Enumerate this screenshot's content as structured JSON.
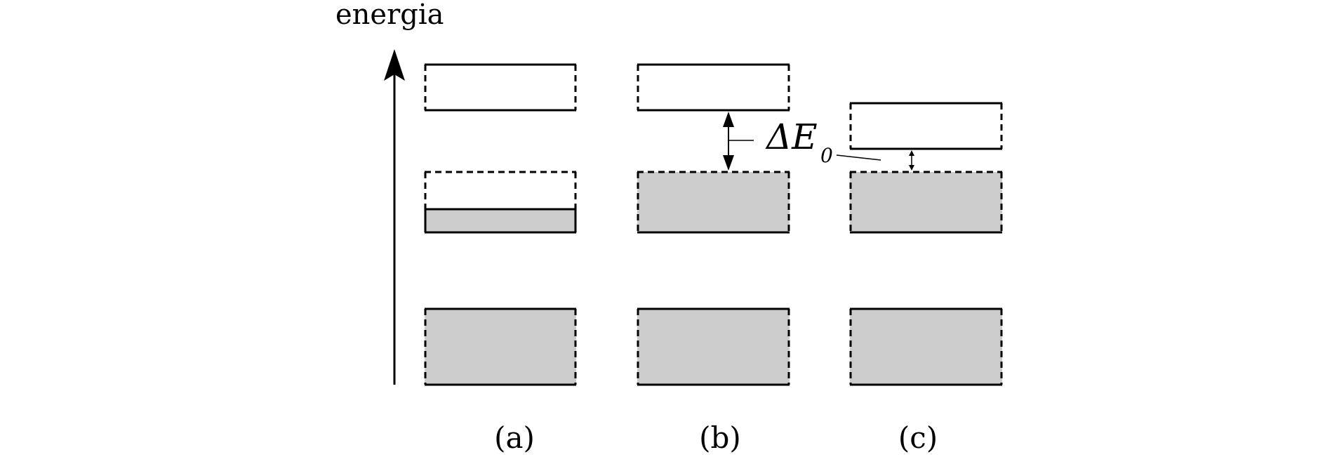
{
  "axis": {
    "label": "energia"
  },
  "panels": [
    {
      "id": "a",
      "label": "(a)"
    },
    {
      "id": "b",
      "label": "(b)"
    },
    {
      "id": "c",
      "label": "(c)"
    }
  ],
  "gap": {
    "symbol": "ΔE",
    "subscript": "0"
  },
  "colors": {
    "filled": "#cccccc",
    "line": "#000000",
    "background": "#ffffff"
  }
}
